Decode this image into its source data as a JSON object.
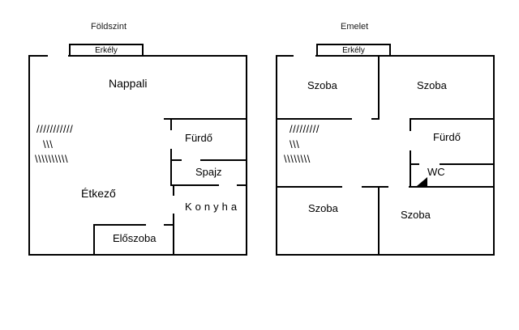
{
  "page": {
    "background": "#ffffff",
    "wall_color": "#000000"
  },
  "ground_floor": {
    "title": "Földszint",
    "balcony_label": "Erkély",
    "rooms": {
      "nappali": "Nappali",
      "furdo": "Fürdő",
      "spajz": "Spajz",
      "etkezo": "Étkező",
      "konyha": "Konyha",
      "eloszoba": "Előszoba"
    },
    "stairs": {
      "hatch1": "///////////",
      "hatch2": "\\\\\\",
      "hatch3": "\\\\\\\\\\\\\\\\\\\\"
    }
  },
  "upper_floor": {
    "title": "Emelet",
    "balcony_label": "Erkély",
    "rooms": {
      "szoba_top_left": "Szoba",
      "szoba_top_right": "Szoba",
      "furdo": "Fürdő",
      "wc": "WC",
      "szoba_bottom_left": "Szoba",
      "szoba_bottom_right": "Szoba"
    },
    "stairs": {
      "hatch1": "/////////",
      "hatch2": "\\\\\\",
      "hatch3": "\\\\\\\\\\\\\\\\"
    }
  }
}
